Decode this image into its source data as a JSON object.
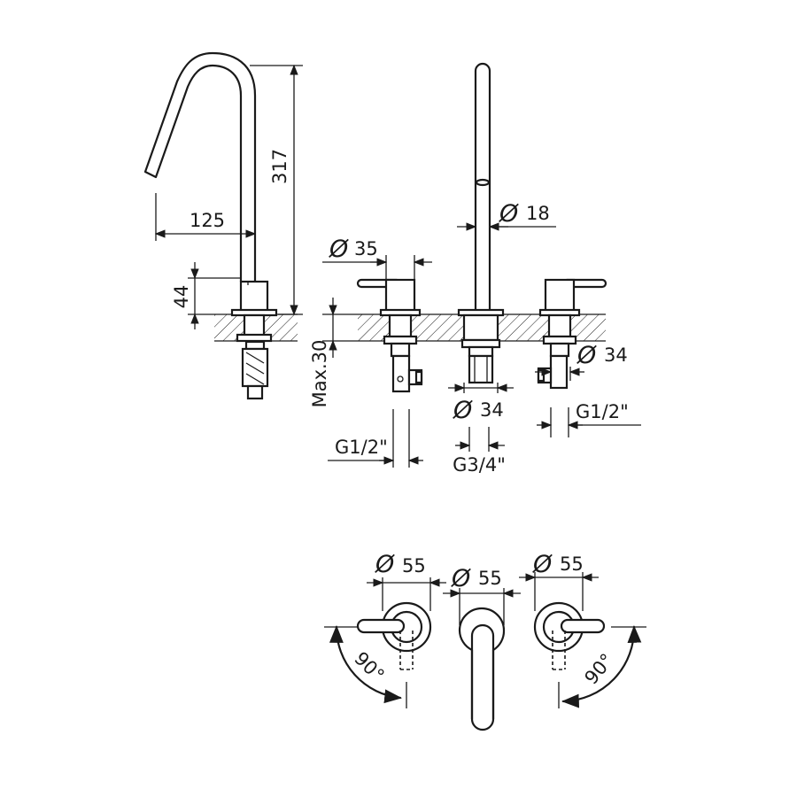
{
  "colors": {
    "line": "#1a1a1a",
    "background": "#ffffff"
  },
  "diameter_symbol": "Ø",
  "side_view": {
    "spout_height": "317",
    "spout_reach": "125",
    "body_height": "44",
    "deck_thickness": "Max.30"
  },
  "front_view": {
    "handle_diameter": "35",
    "spout_diameter": "18",
    "body_diameter_left": "34",
    "body_diameter_right": "34",
    "connection_left": "G1/2\"",
    "connection_center": "G3/4\"",
    "connection_right": "G1/2\""
  },
  "top_view": {
    "escutcheon_left": "55",
    "escutcheon_center": "55",
    "escutcheon_right": "55",
    "rotation_left": "90°",
    "rotation_right": "90°"
  }
}
